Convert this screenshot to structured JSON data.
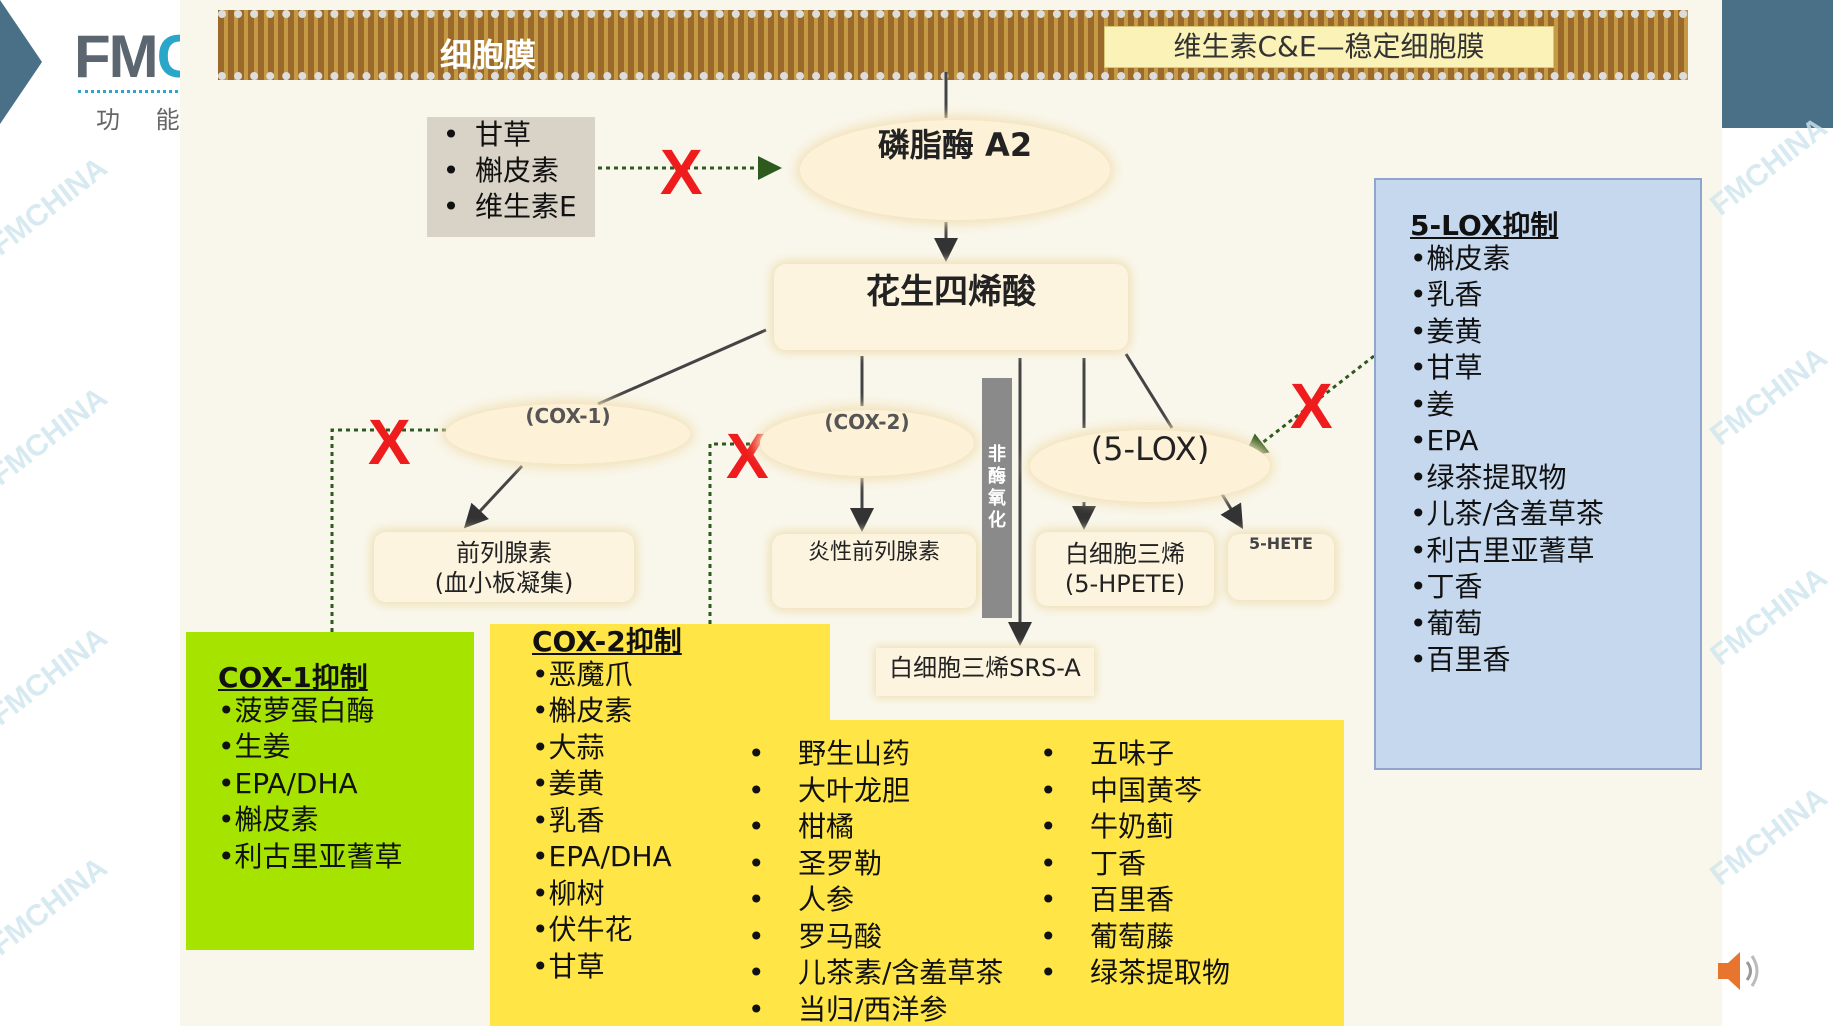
{
  "logo": {
    "text_main": "FM",
    "text_accent": "C",
    "subtitle": "功 能"
  },
  "watermarks": [
    "FMCHINA",
    "FMCHINA",
    "FMCHINA",
    "FMCHINA",
    "FMCHINA",
    "FMCHINA",
    "FMCHINA",
    "FMCHINA"
  ],
  "membrane": {
    "label": "细胞膜",
    "vitamin_label": "维生素C&E—稳定细胞膜"
  },
  "pla2_inhibitors": {
    "items": [
      "甘草",
      "槲皮素",
      "维生素E"
    ]
  },
  "nodes": {
    "pla2": "磷脂酶 A2",
    "arachidonic_acid": "花生四烯酸",
    "cox1": "(COX-1)",
    "cox2": "(COX-2)",
    "lox5": "(5-LOX)",
    "prostaglandin_line1": "前列腺素",
    "prostaglandin_line2": "(血小板凝集)",
    "inflammatory_pg": "炎性前列腺素",
    "leukotriene_line1": "白细胞三烯",
    "leukotriene_line2": "(5-HPETE)",
    "hete": "5-HETE",
    "non_enzymatic": "非酶氧化",
    "srs_a": "白细胞三烯SRS-A"
  },
  "x_mark": "X",
  "cox1_inhibition": {
    "title": "COX-1抑制",
    "items": [
      "•菠萝蛋白酶",
      "•生姜",
      "•EPA/DHA",
      "•槲皮素",
      "•利古里亚蓍草"
    ]
  },
  "cox2_inhibition": {
    "title": "COX-2抑制",
    "items": [
      "•恶魔爪",
      "•槲皮素",
      "•大蒜",
      "•姜黄",
      "•乳香",
      "•EPA/DHA",
      "•柳树",
      "•伏牛花",
      "•甘草"
    ],
    "col2": [
      "野生山药",
      "大叶龙胆",
      "柑橘",
      "圣罗勒",
      "人参",
      "罗马酸",
      "儿茶素/含羞草茶",
      "当归/西洋参"
    ],
    "col3": [
      "五味子",
      "中国黄芩",
      "牛奶蓟",
      "丁香",
      "百里香",
      "葡萄藤",
      "绿茶提取物"
    ]
  },
  "lox5_inhibition": {
    "title": "5-LOX抑制",
    "items": [
      "•槲皮素",
      "•乳香",
      "•姜黄",
      "•甘草",
      "•姜",
      "•EPA",
      "•绿茶提取物",
      "•儿茶/含羞草茶",
      "•利古里亚蓍草",
      "•丁香",
      "•葡萄",
      "•百里香"
    ]
  },
  "colors": {
    "green_box": "#a6e400",
    "yellow_box": "#ffe646",
    "blue_box": "#c5d8ee",
    "x_mark": "#ee1c1c",
    "accent": "#4a7088"
  },
  "icons": {
    "speaker": "speaker-icon"
  }
}
